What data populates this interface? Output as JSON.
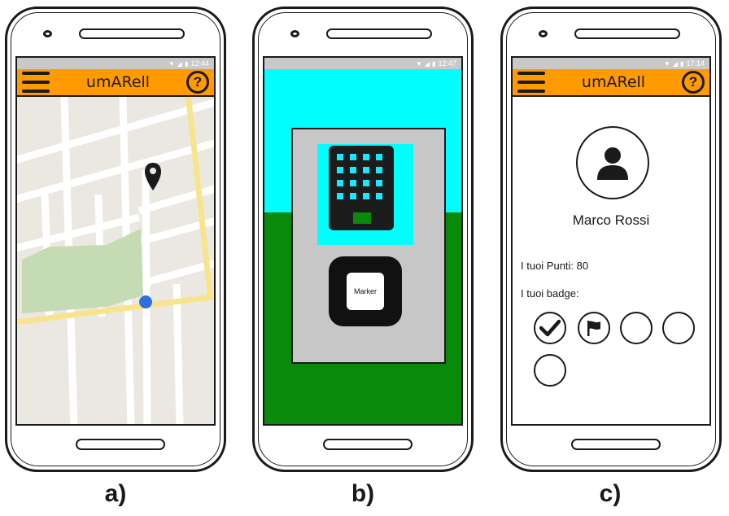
{
  "phones": [
    {
      "caption": "a)",
      "status_time": "12:44",
      "app_title": "umARell",
      "help_symbol": "?",
      "icons": [
        "menu-icon",
        "help-icon",
        "map-pin-icon",
        "location-dot-icon"
      ],
      "map_colors": {
        "background": "#ebe8e2",
        "streets": "#ffffff",
        "main_road": "#f8e48c",
        "park": "#c5dbb4",
        "location": "#2f6fe0"
      }
    },
    {
      "caption": "b)",
      "status_time": "12:47",
      "marker_label": "Marker",
      "colors": {
        "sky": "#00ffff",
        "ground": "#0a8a0a",
        "card": "#c7c7c7"
      }
    },
    {
      "caption": "c)",
      "status_time": "17:14",
      "app_title": "umARell",
      "help_symbol": "?",
      "profile_name": "Marco Rossi",
      "points_label": "I tuoi Punti: 80",
      "badges_label": "I tuoi badge:",
      "badges": [
        {
          "icon": "check-badge-icon",
          "earned": true
        },
        {
          "icon": "flag-badge-icon",
          "earned": true
        },
        {
          "icon": "empty-badge",
          "earned": false
        },
        {
          "icon": "empty-badge",
          "earned": false
        },
        {
          "icon": "empty-badge",
          "earned": false
        }
      ]
    }
  ],
  "colors": {
    "header": "#ff9a00",
    "status_bar": "#c9c9c9",
    "outline": "#1a1a1a"
  }
}
